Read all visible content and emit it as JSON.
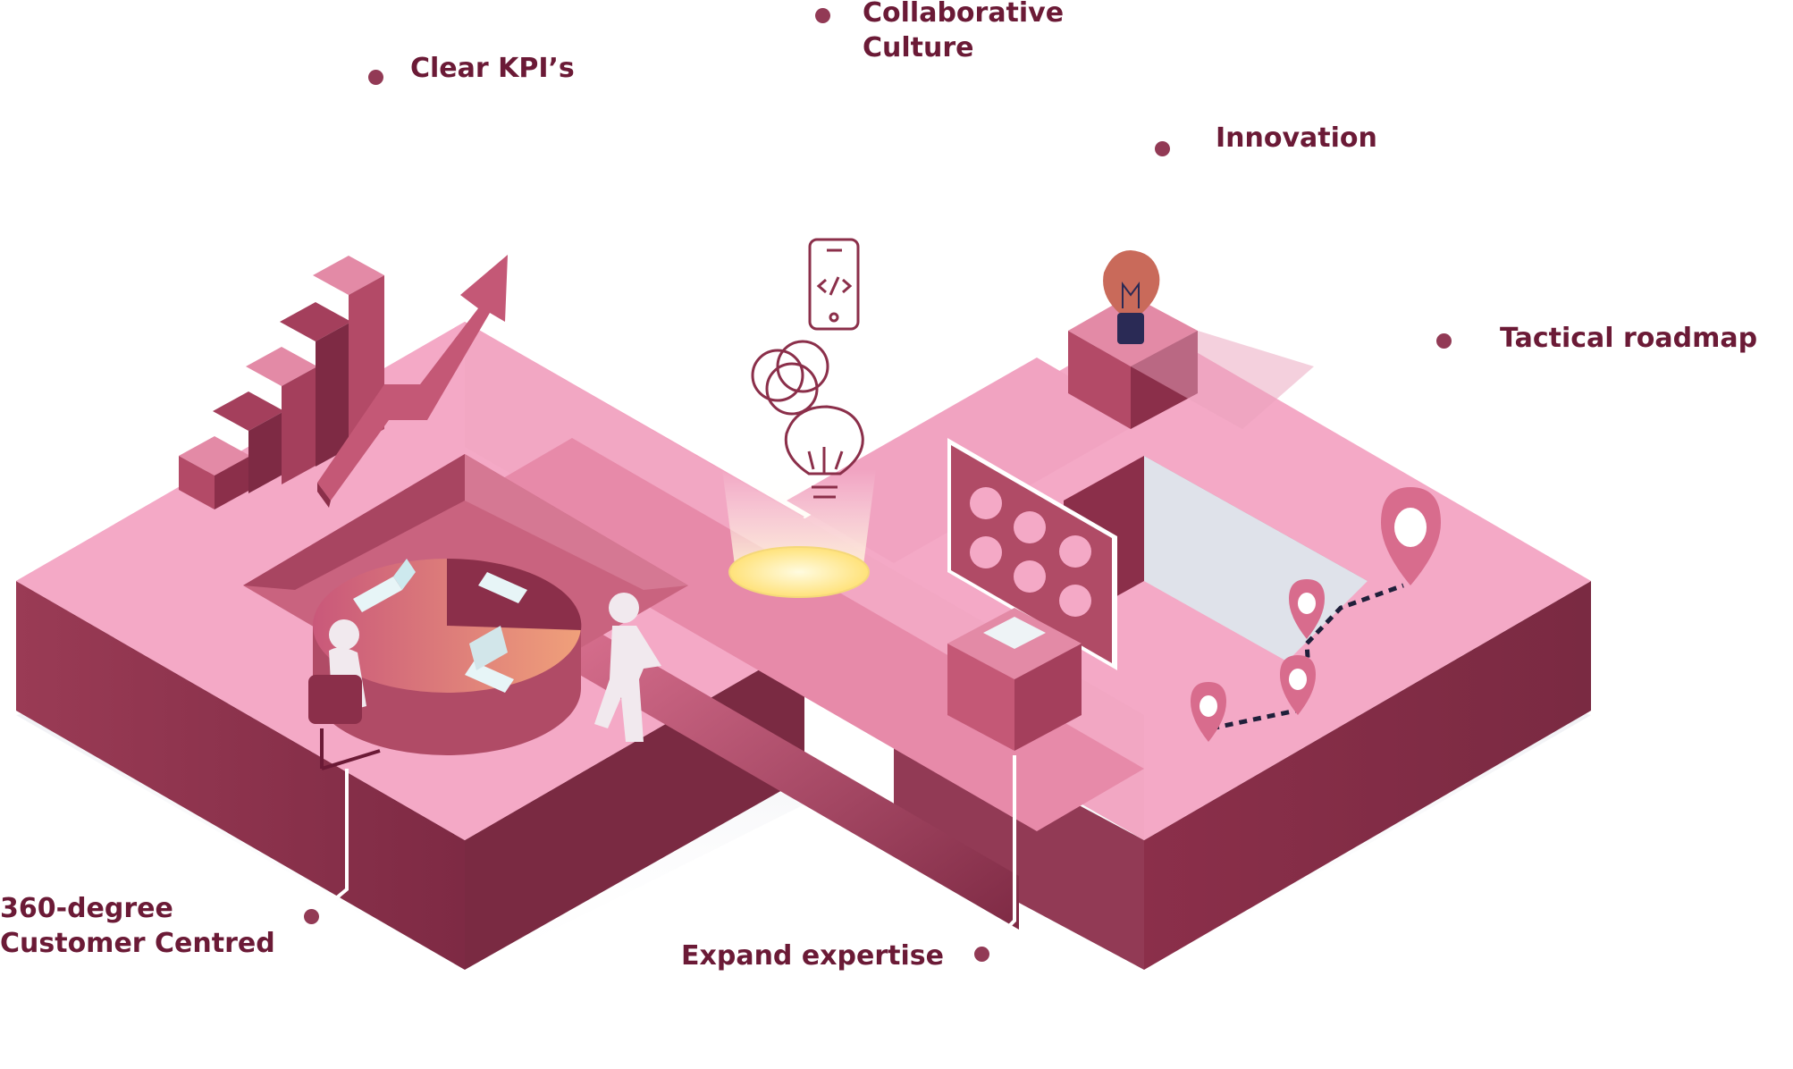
{
  "labels": {
    "clear_kpis": "Clear KPI’s",
    "collaborative_line1": "Collaborative",
    "collaborative_line2": "Culture",
    "innovation": "Innovation",
    "tactical_roadmap": "Tactical roadmap",
    "customer_line1": "360-degree",
    "customer_line2": "Customer Centred",
    "expand_expertise": "Expand expertise"
  },
  "colors": {
    "label_text": "#6b1a36",
    "bullet_dot": "#923a55",
    "platform_top": "#f4a9c6",
    "platform_side_dark": "#8b2f4a",
    "platform_side_light": "#a8445f",
    "accent_pink": "#e8839f",
    "glow_yellow": "#fff3b0",
    "outline_icon": "#8b2f4a",
    "bulb_base": "#2a2a55",
    "pin_dots": "#1f1f3a"
  },
  "icons": [
    "bar-chart-icon",
    "growth-arrow-icon",
    "smartphone-code-icon",
    "overlapping-circles-icon",
    "circuit-lightbulb-icon",
    "lightbulb-icon",
    "video-conference-screen-icon",
    "location-pin-icon",
    "person-walking-icon",
    "person-at-desk-icon",
    "laptop-icon"
  ]
}
